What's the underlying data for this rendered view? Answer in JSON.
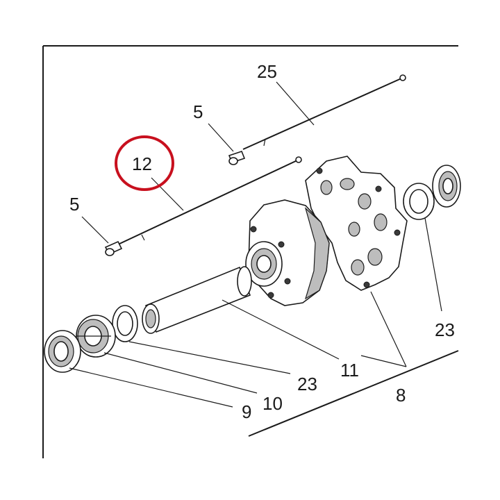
{
  "diagram": {
    "highlight_color": "#c8101e",
    "line_color": "#1a1a1a",
    "callouts": [
      {
        "id": "spoke-25",
        "text": "25"
      },
      {
        "id": "nipple-5-top",
        "text": "5"
      },
      {
        "id": "spoke-12",
        "text": "12"
      },
      {
        "id": "nipple-5-left",
        "text": "5"
      },
      {
        "id": "seal-23-right",
        "text": "23"
      },
      {
        "id": "spacer-11",
        "text": "11"
      },
      {
        "id": "seal-23-bottom",
        "text": "23"
      },
      {
        "id": "hub-8",
        "text": "8"
      },
      {
        "id": "bearing-10",
        "text": "10"
      },
      {
        "id": "seal-9",
        "text": "9"
      }
    ],
    "highlighted_callout": "spoke-12"
  }
}
